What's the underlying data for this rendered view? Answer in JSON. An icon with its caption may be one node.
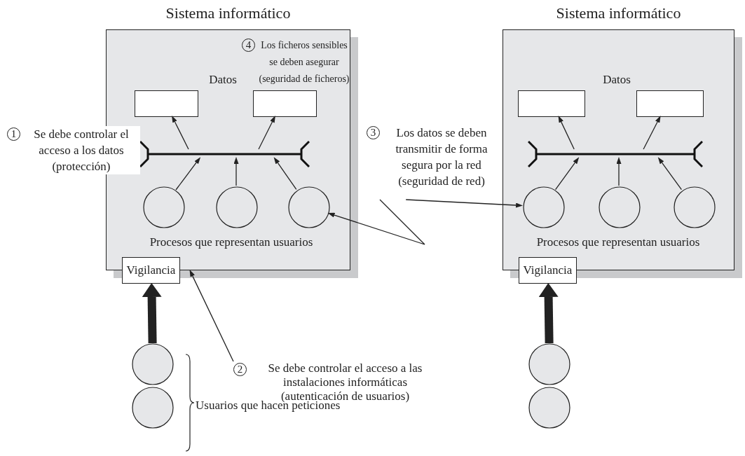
{
  "diagram": {
    "nodes": [
      {
        "text": [
          "Sistema informático"
        ]
      },
      {
        "text": [],
        "shape": "box",
        "in": 0
      },
      {
        "text": [],
        "shape": "box",
        "in": 0
      },
      {
        "text": [],
        "shape": "bar",
        "in": 0
      },
      {
        "text": [],
        "shape": "circle",
        "in": 0
      },
      {
        "text": [],
        "shape": "circle",
        "in": 0
      },
      {
        "text": [],
        "shape": "circle",
        "in": 0
      },
      {
        "text": [
          "Vigilancia"
        ]
      },
      {
        "text": [
          "Sistema informático"
        ]
      },
      {
        "text": [],
        "shape": "box",
        "in": 8
      },
      {
        "text": [],
        "shape": "box",
        "in": 8
      },
      {
        "text": [],
        "shape": "bar",
        "in": 8
      },
      {
        "text": [],
        "shape": "circle",
        "in": 8
      },
      {
        "text": [],
        "shape": "circle",
        "in": 8
      },
      {
        "text": [],
        "shape": "circle",
        "in": 8
      },
      {
        "text": [
          "Vigilancia"
        ]
      },
      {
        "text": [
          "3",
          "Los datos se deben transmitir de forma segura por la red (seguridad de red)"
        ]
      },
      {
        "text": [
          "2",
          "Se debe controlar el acceso a las instalaciones informáticas (autenticación de usuarios)"
        ]
      },
      {
        "text": [],
        "shape": "circle"
      },
      {
        "text": [],
        "shape": "circle"
      },
      {
        "text": [],
        "shape": "circle"
      },
      {
        "text": [],
        "shape": "circle"
      },
      {
        "text": [
          "1",
          "Se debe controlar el acceso a los datos (protección)"
        ]
      },
      {
        "text": [
          "4",
          "Los ficheros sensibles se deben asegurar (seguridad de ficheros)"
        ],
        "in": 0
      }
    ],
    "edges": [
      {
        "from": 3,
        "to": 1,
        "arrow": "to"
      },
      {
        "from": 3,
        "to": 2,
        "arrow": "to"
      },
      {
        "from": 4,
        "to": 3,
        "arrow": "to"
      },
      {
        "from": 5,
        "to": 3,
        "arrow": "to"
      },
      {
        "from": 6,
        "to": 3,
        "arrow": "to"
      },
      {
        "from": 11,
        "to": 9,
        "arrow": "to"
      },
      {
        "from": 11,
        "to": 10,
        "arrow": "to"
      },
      {
        "from": 12,
        "to": 11,
        "arrow": "to"
      },
      {
        "from": 13,
        "to": 11,
        "arrow": "to"
      },
      {
        "from": 14,
        "to": 11,
        "arrow": "to"
      },
      {
        "from": 18,
        "to": 7,
        "arrow": "to",
        "style": "thick"
      },
      {
        "from": 20,
        "to": 15,
        "arrow": "to",
        "style": "thick"
      },
      {
        "from": 17,
        "to": 0,
        "arrow": "to"
      },
      {
        "from": 16,
        "to": 6,
        "arrow": "to"
      },
      {
        "from": 16,
        "to": 12,
        "arrow": "to"
      }
    ],
    "labels": [
      "Datos",
      "Procesos que representan usuarios",
      "Datos",
      "Procesos que representan usuarios",
      "Usuarios que hacen peticiones"
    ]
  }
}
